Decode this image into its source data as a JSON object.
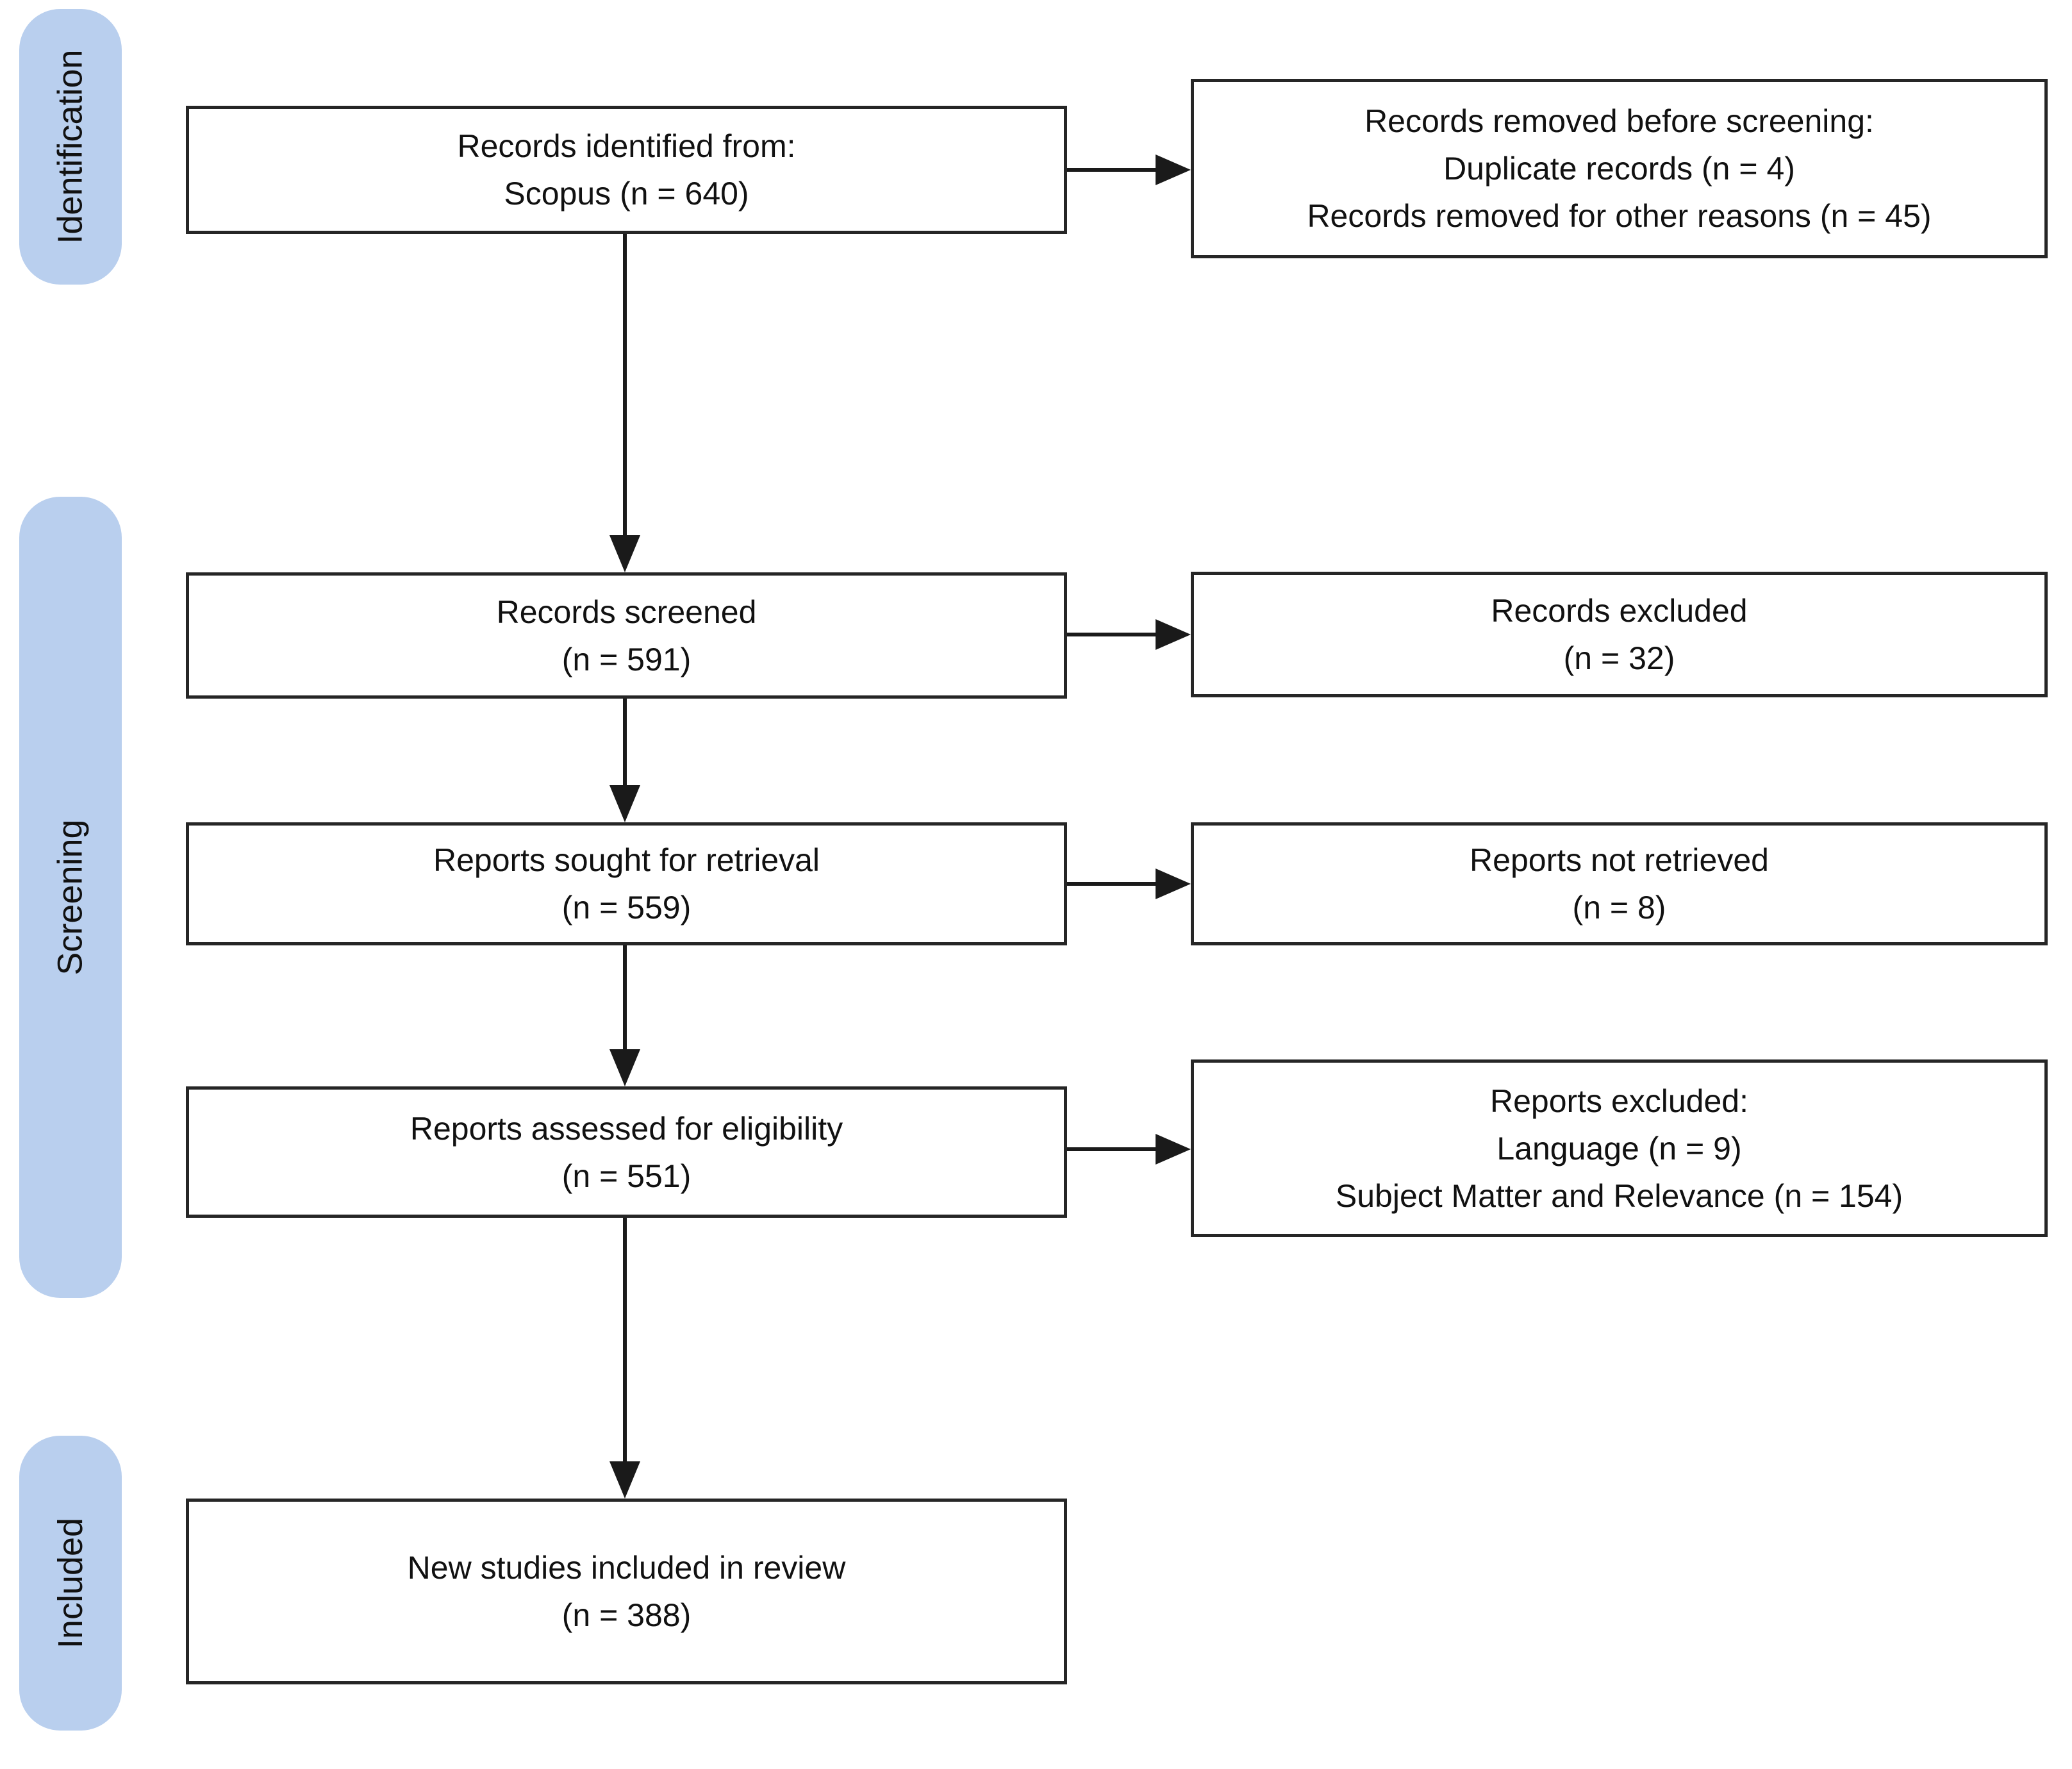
{
  "stages": [
    {
      "label": "Identification"
    },
    {
      "label": "Screening"
    },
    {
      "label": "Included"
    }
  ],
  "boxes": {
    "identified": {
      "lines": [
        "Records identified from:",
        "Scopus (n = 640)"
      ]
    },
    "removed_before_screening": {
      "lines": [
        "Records removed before screening:",
        "Duplicate records (n = 4)",
        "Records removed for other reasons (n = 45)"
      ]
    },
    "screened": {
      "lines": [
        "Records screened",
        "(n = 591)"
      ]
    },
    "records_excluded": {
      "lines": [
        "Records excluded",
        "(n = 32)"
      ]
    },
    "sought_for_retrieval": {
      "lines": [
        "Reports sought for retrieval",
        "(n = 559)"
      ]
    },
    "not_retrieved": {
      "lines": [
        "Reports not retrieved",
        "(n = 8)"
      ]
    },
    "assessed_for_eligibility": {
      "lines": [
        "Reports assessed for eligibility",
        "(n = 551)"
      ]
    },
    "reports_excluded": {
      "lines": [
        "Reports excluded:",
        "Language (n = 9)",
        "Subject Matter and Relevance (n = 154)"
      ]
    },
    "included_in_review": {
      "lines": [
        "New studies included in review",
        "(n = 388)"
      ]
    }
  },
  "colors": {
    "stage_fill": "#b9cfee",
    "box_background": "#ffffff",
    "box_border": "#262626",
    "arrow": "#1a1a1a",
    "text": "#111111"
  }
}
